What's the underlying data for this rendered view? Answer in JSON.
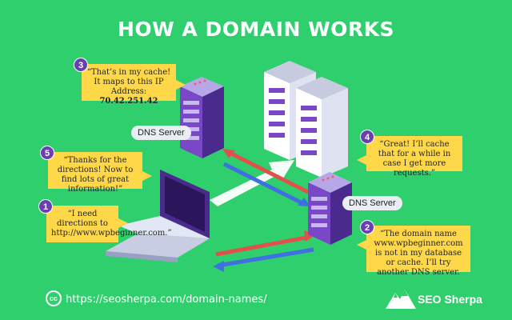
{
  "title": "HOW A DOMAIN WORKS",
  "steps": [
    {
      "num": "1",
      "text": "“I need directions to http://www.wpbeginner.com.”"
    },
    {
      "num": "2",
      "text": "“The domain name www.wpbeginner.com is not in my database or cache. I’ll try another DNS server."
    },
    {
      "num": "3",
      "text": "“That’s in my cache! It maps to this IP Address:",
      "ip": "70.42.251.42"
    },
    {
      "num": "4",
      "text": "“Great! I’ll cache that for a while in case I get more requests.”"
    },
    {
      "num": "5",
      "text": "“Thanks for the directions! Now to find lots of great information!”"
    }
  ],
  "labels": {
    "dns_top": "DNS Server",
    "dns_right": "DNS Server"
  },
  "footer": {
    "license_icon": "cc",
    "url": "https://seosherpa.com/domain-names/",
    "brand": "SEO Sherpa"
  },
  "colors": {
    "background": "#2fcf6e",
    "bubble": "#ffd84a",
    "badge": "#6a3fb2",
    "arrow_red": "#e2504c",
    "arrow_blue": "#3f6fe0"
  }
}
